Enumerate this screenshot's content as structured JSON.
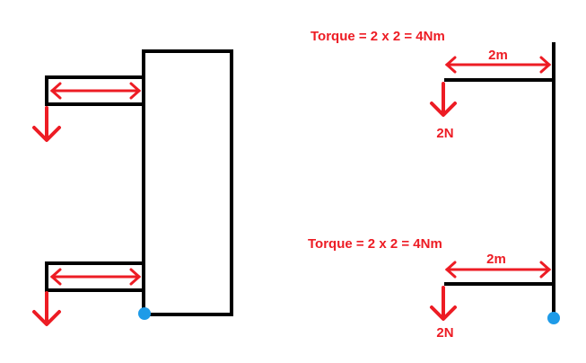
{
  "colors": {
    "structure": "#000000",
    "annotation": "#ed1c24",
    "pivot": "#1e9be8",
    "background": "#ffffff"
  },
  "top_case": {
    "torque_label": "Torque = 2 x 2 = 4Nm",
    "distance_label": "2m",
    "force_label": "2N"
  },
  "bottom_case": {
    "torque_label": "Torque = 2 x 2 = 4Nm",
    "distance_label": "2m",
    "force_label": "2N"
  }
}
